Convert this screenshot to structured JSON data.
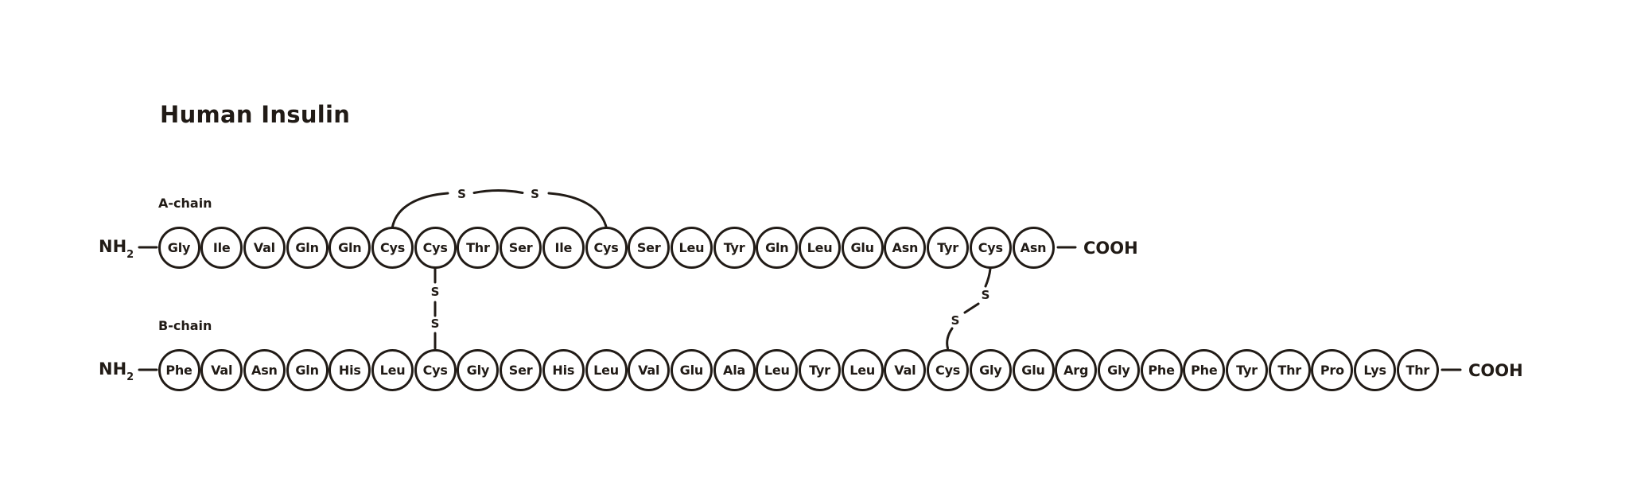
{
  "title": "Human Insulin",
  "colors": {
    "ink": "#211b16",
    "background": "#ffffff",
    "circle_fill": "#ffffff"
  },
  "a_chain": {
    "label": "A-chain",
    "n_terminus": {
      "text": "NH",
      "subscript": "2"
    },
    "c_terminus": "COOH",
    "residues": [
      "Gly",
      "Ile",
      "Val",
      "Gln",
      "Gln",
      "Cys",
      "Cys",
      "Thr",
      "Ser",
      "Ile",
      "Cys",
      "Ser",
      "Leu",
      "Tyr",
      "Gln",
      "Leu",
      "Glu",
      "Asn",
      "Tyr",
      "Cys",
      "Asn"
    ]
  },
  "b_chain": {
    "label": "B-chain",
    "n_terminus": {
      "text": "NH",
      "subscript": "2"
    },
    "c_terminus": "COOH",
    "residues": [
      "Phe",
      "Val",
      "Asn",
      "Gln",
      "His",
      "Leu",
      "Cys",
      "Gly",
      "Ser",
      "His",
      "Leu",
      "Val",
      "Glu",
      "Ala",
      "Leu",
      "Tyr",
      "Leu",
      "Val",
      "Cys",
      "Gly",
      "Glu",
      "Arg",
      "Gly",
      "Phe",
      "Phe",
      "Tyr",
      "Thr",
      "Pro",
      "Lys",
      "Thr"
    ]
  },
  "disulfide_bonds": [
    {
      "id": "A6-A11",
      "type": "intra-chain",
      "from_residue": "A-chain Cys 6",
      "to_residue": "A-chain Cys 11",
      "labels": [
        "S",
        "S"
      ]
    },
    {
      "id": "A7-B7",
      "type": "inter-chain",
      "from_residue": "A-chain Cys 7",
      "to_residue": "B-chain Cys 7",
      "labels": [
        "S",
        "S"
      ]
    },
    {
      "id": "A20-B19",
      "type": "inter-chain",
      "from_residue": "A-chain Cys 20",
      "to_residue": "B-chain Cys 19",
      "labels": [
        "S",
        "S"
      ]
    }
  ]
}
